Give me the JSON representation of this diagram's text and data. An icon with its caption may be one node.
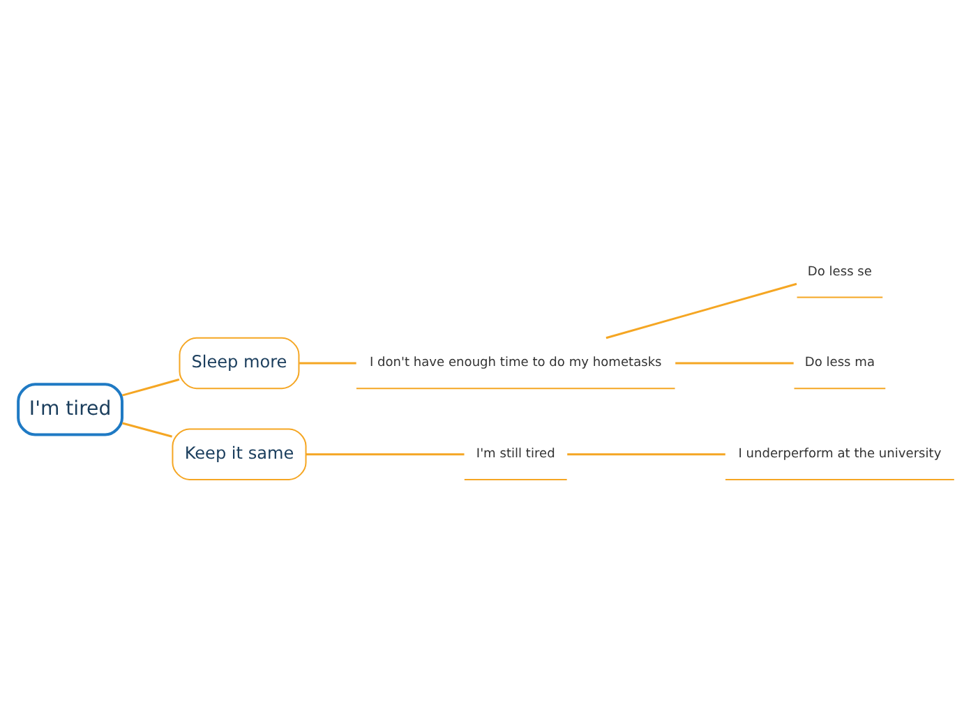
{
  "diagram": {
    "nodes": [
      {
        "text": [
          "I'm tired"
        ]
      },
      {
        "text": [
          "Sleep more"
        ]
      },
      {
        "text": [
          "Keep it same"
        ]
      },
      {
        "text": [
          "I don't have enough time to do my hometasks"
        ]
      },
      {
        "text": [
          "Do less se"
        ]
      },
      {
        "text": [
          "Do less ma"
        ]
      },
      {
        "text": [
          "I'm still tired"
        ]
      },
      {
        "text": [
          "I underperform at the university"
        ]
      }
    ],
    "edges": [
      {
        "from": 0,
        "to": 1,
        "arrow": "none"
      },
      {
        "from": 0,
        "to": 2,
        "arrow": "none"
      },
      {
        "from": 1,
        "to": 3,
        "arrow": "none"
      },
      {
        "from": 3,
        "to": 4,
        "arrow": "none"
      },
      {
        "from": 3,
        "to": 5,
        "arrow": "none"
      },
      {
        "from": 2,
        "to": 6,
        "arrow": "none"
      },
      {
        "from": 6,
        "to": 7,
        "arrow": "none"
      }
    ]
  }
}
